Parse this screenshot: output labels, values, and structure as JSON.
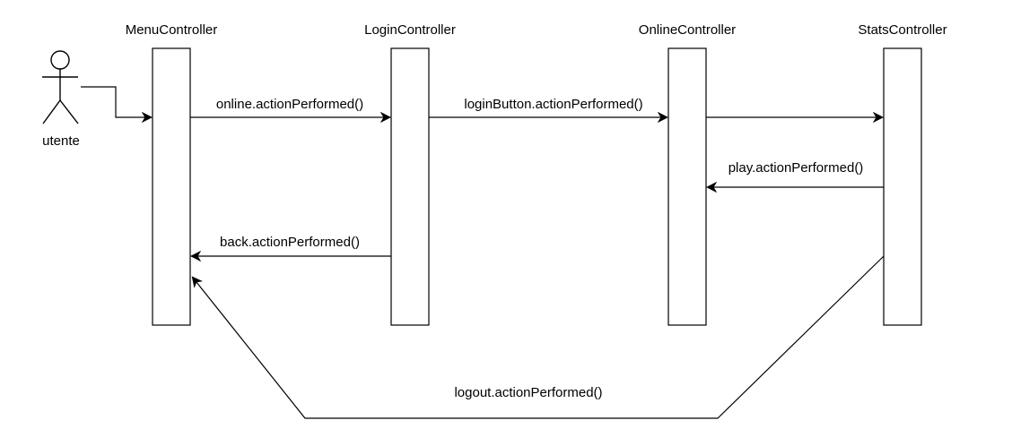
{
  "actor": {
    "label": "utente"
  },
  "lifelines": [
    {
      "id": "menu",
      "label": "MenuController"
    },
    {
      "id": "login",
      "label": "LoginController"
    },
    {
      "id": "online",
      "label": "OnlineController"
    },
    {
      "id": "stats",
      "label": "StatsController"
    }
  ],
  "messages": [
    {
      "id": "actor-to-menu",
      "from": "actor",
      "to": "menu",
      "label": ""
    },
    {
      "id": "online-action",
      "from": "menu",
      "to": "login",
      "label": "online.actionPerformed()"
    },
    {
      "id": "loginbutton-action",
      "from": "login",
      "to": "online",
      "label": "loginButton.actionPerformed()"
    },
    {
      "id": "online-to-stats",
      "from": "online",
      "to": "stats",
      "label": ""
    },
    {
      "id": "play-action",
      "from": "stats",
      "to": "online",
      "label": "play.actionPerformed()"
    },
    {
      "id": "back-action",
      "from": "login",
      "to": "menu",
      "label": "back.actionPerformed()"
    },
    {
      "id": "logout-action",
      "from": "stats",
      "to": "menu",
      "label": "logout.actionPerformed()"
    }
  ]
}
